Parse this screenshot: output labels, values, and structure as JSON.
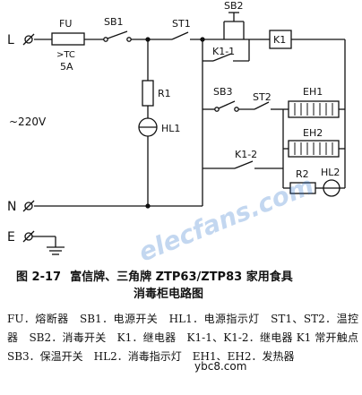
{
  "labels": {
    "L": "L",
    "N": "N",
    "E": "E",
    "voltage": "~220V",
    "FU": "FU",
    "fuse_temp": ">TC",
    "fuse_current": "5A",
    "SB1": "SB1",
    "ST1": "ST1",
    "SB2": "SB2",
    "K1_1": "K1-1",
    "K1": "K1",
    "R1": "R1",
    "HL1": "HL1",
    "SB3": "SB3",
    "ST2": "ST2",
    "EH1": "EH1",
    "EH2": "EH2",
    "K1_2": "K1-2",
    "R2": "R2",
    "HL2": "HL2"
  },
  "caption": {
    "fig": "图 2-17",
    "title1": "富信牌、三角牌 ZTP63/ZTP83 家用食具",
    "title2": "消毒柜电路图"
  },
  "legend": "FU．熔断器　SB1．电源开关　HL1．电源指示灯　ST1、ST2．温控器　SB2．消毒开关　K1．继电器　K1-1、K1-2．继电器 K1 常开触点　SB3．保温开关　HL2．消毒指示灯　EH1、EH2．发热器",
  "watermark": "elecfans.com",
  "site": "ybc8.com"
}
